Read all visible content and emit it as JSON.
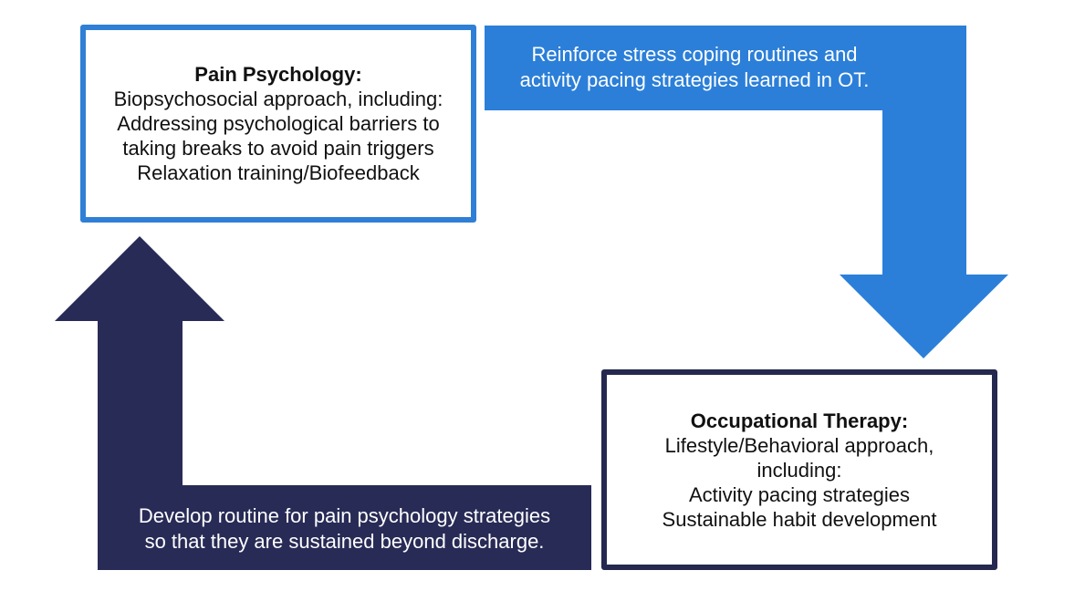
{
  "colors": {
    "blue_arrow": "#2b7fd8",
    "dark_arrow": "#282b56",
    "pp_border": "#2f7fd6",
    "ot_border": "#25284f"
  },
  "pain_psychology": {
    "title": "Pain Psychology:",
    "lines": [
      "Biopsychosocial approach, including:",
      "Addressing psychological barriers to",
      "taking breaks to avoid pain triggers",
      "Relaxation training/Biofeedback"
    ]
  },
  "occupational_therapy": {
    "title": "Occupational Therapy:",
    "lines": [
      "Lifestyle/Behavioral approach,",
      "including:",
      "Activity pacing strategies",
      "Sustainable habit development"
    ]
  },
  "arrow_pp_to_ot": {
    "lines": [
      "Reinforce stress coping routines and",
      "activity pacing strategies learned in OT."
    ]
  },
  "arrow_ot_to_pp": {
    "lines": [
      "Develop routine for pain psychology strategies",
      "so that they are sustained beyond discharge."
    ]
  }
}
